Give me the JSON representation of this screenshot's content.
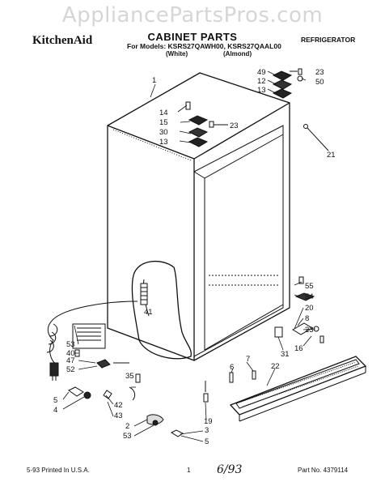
{
  "watermark": "AppliancePartsPros.com",
  "header": {
    "brand": "KitchenAid",
    "title": "CABINET PARTS",
    "models": "For Models: KSRS27QAWH00, KSRS27QAAL00",
    "white": "(White)",
    "almond": "(Almond)",
    "category": "REFRIGERATOR"
  },
  "footer": {
    "printed": "5-93 Printed In U.S.A.",
    "page": "1",
    "handwritten": "6/93",
    "part_no": "Part No. 4379114"
  },
  "callouts": [
    "1",
    "49",
    "23",
    "12",
    "50",
    "13",
    "14",
    "15",
    "23",
    "30",
    "13",
    "21",
    "41",
    "55",
    "54",
    "20",
    "8",
    "23",
    "16",
    "31",
    "22",
    "7",
    "6",
    "53",
    "40",
    "47",
    "52",
    "35",
    "5",
    "4",
    "42",
    "43",
    "2",
    "53",
    "3",
    "19",
    "5"
  ]
}
